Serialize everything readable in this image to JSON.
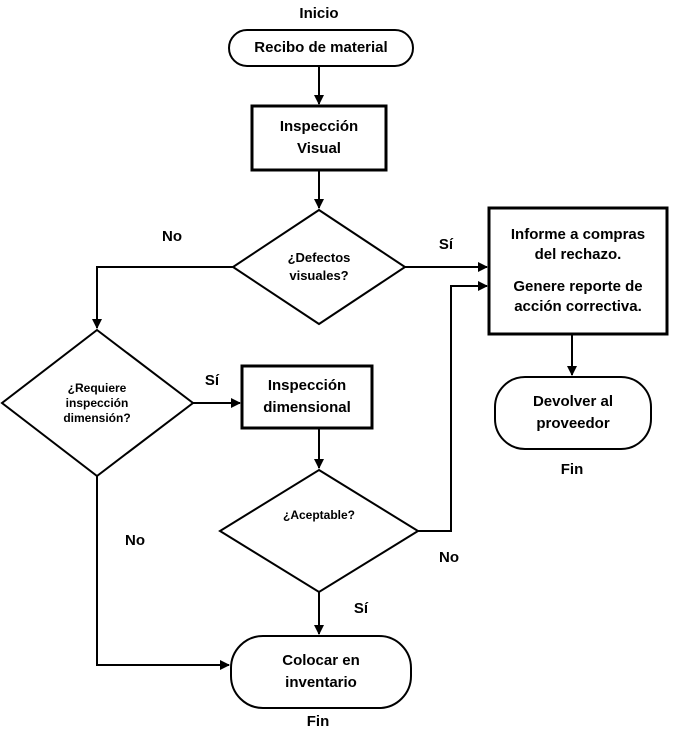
{
  "start_label": "Inicio",
  "nodes": {
    "receive": "Recibo de material",
    "visual_inspection": [
      "Inspección",
      "Visual"
    ],
    "defects_decision": [
      "¿Defectos",
      "visuales?"
    ],
    "report_box": [
      "Informe a compras",
      "del rechazo.",
      "Genere reporte de",
      "acción correctiva."
    ],
    "return_supplier": [
      "Devolver al",
      "proveedor"
    ],
    "requires_decision": [
      "¿Requiere",
      "inspección",
      "dimensión?"
    ],
    "dimensional_inspection": [
      "Inspección",
      "dimensional"
    ],
    "acceptable_decision": "¿Aceptable?",
    "place_inventory": [
      "Colocar en",
      "inventario"
    ]
  },
  "edge_labels": {
    "defects_no": "No",
    "defects_yes": "Sí",
    "requires_yes": "Sí",
    "requires_no": "No",
    "acceptable_no": "No",
    "acceptable_yes": "Sí"
  },
  "end_labels": {
    "end_return": "Fin",
    "end_inventory": "Fin"
  }
}
